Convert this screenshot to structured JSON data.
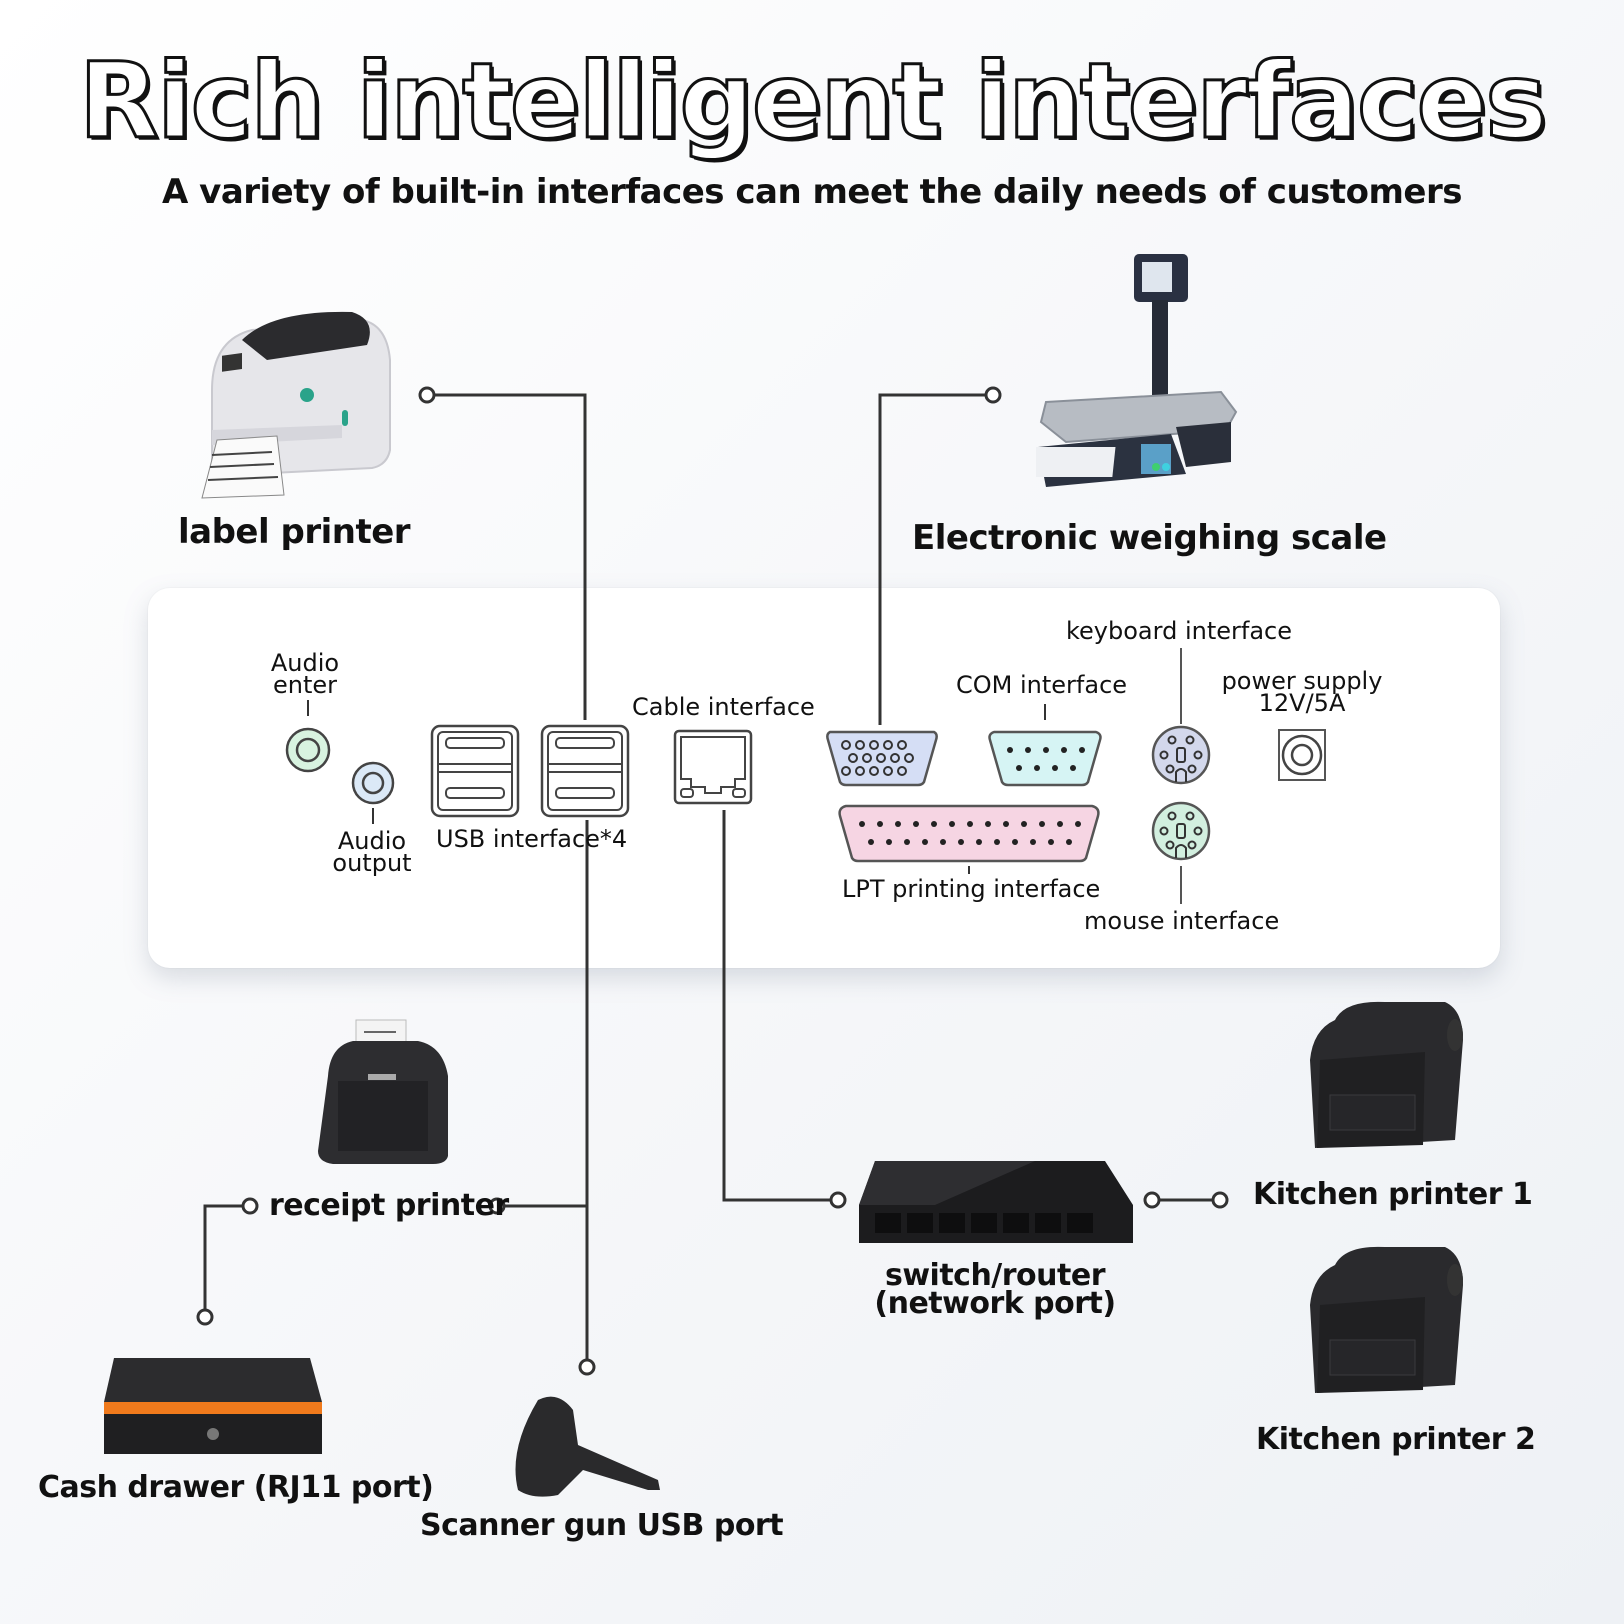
{
  "header": {
    "title": "Rich intelligent interfaces",
    "subtitle": "A variety of built-in interfaces can meet the daily needs of customers"
  },
  "devices": {
    "label_printer": "label printer",
    "weighing_scale": "Electronic weighing scale",
    "receipt_printer": "receipt printer",
    "cash_drawer": "Cash drawer (RJ11 port)",
    "scanner": "Scanner gun USB port",
    "switch_line1": "switch/router",
    "switch_line2": "(network port)",
    "kitchen_printer_1": "Kitchen printer 1",
    "kitchen_printer_2": "Kitchen printer 2"
  },
  "ports": {
    "audio_in_line1": "Audio",
    "audio_in_line2": "enter",
    "audio_out_line1": "Audio",
    "audio_out_line2": "output",
    "usb": "USB interface*4",
    "cable": "Cable interface",
    "com": "COM interface",
    "keyboard": "keyboard interface",
    "power_line1": "power supply",
    "power_line2": "12V/5A",
    "lpt": "LPT printing interface",
    "mouse": "mouse interface"
  },
  "colors": {
    "audio_in": "#d8f3e0",
    "audio_out": "#dbe9f7",
    "vga": "#d5def5",
    "com": "#d6f4f4",
    "lpt": "#f6d5e3",
    "keyboard_ps2": "#d3d8ec",
    "mouse_ps2": "#d2efdf",
    "cash_drawer_stripe": "#f07a1c"
  }
}
